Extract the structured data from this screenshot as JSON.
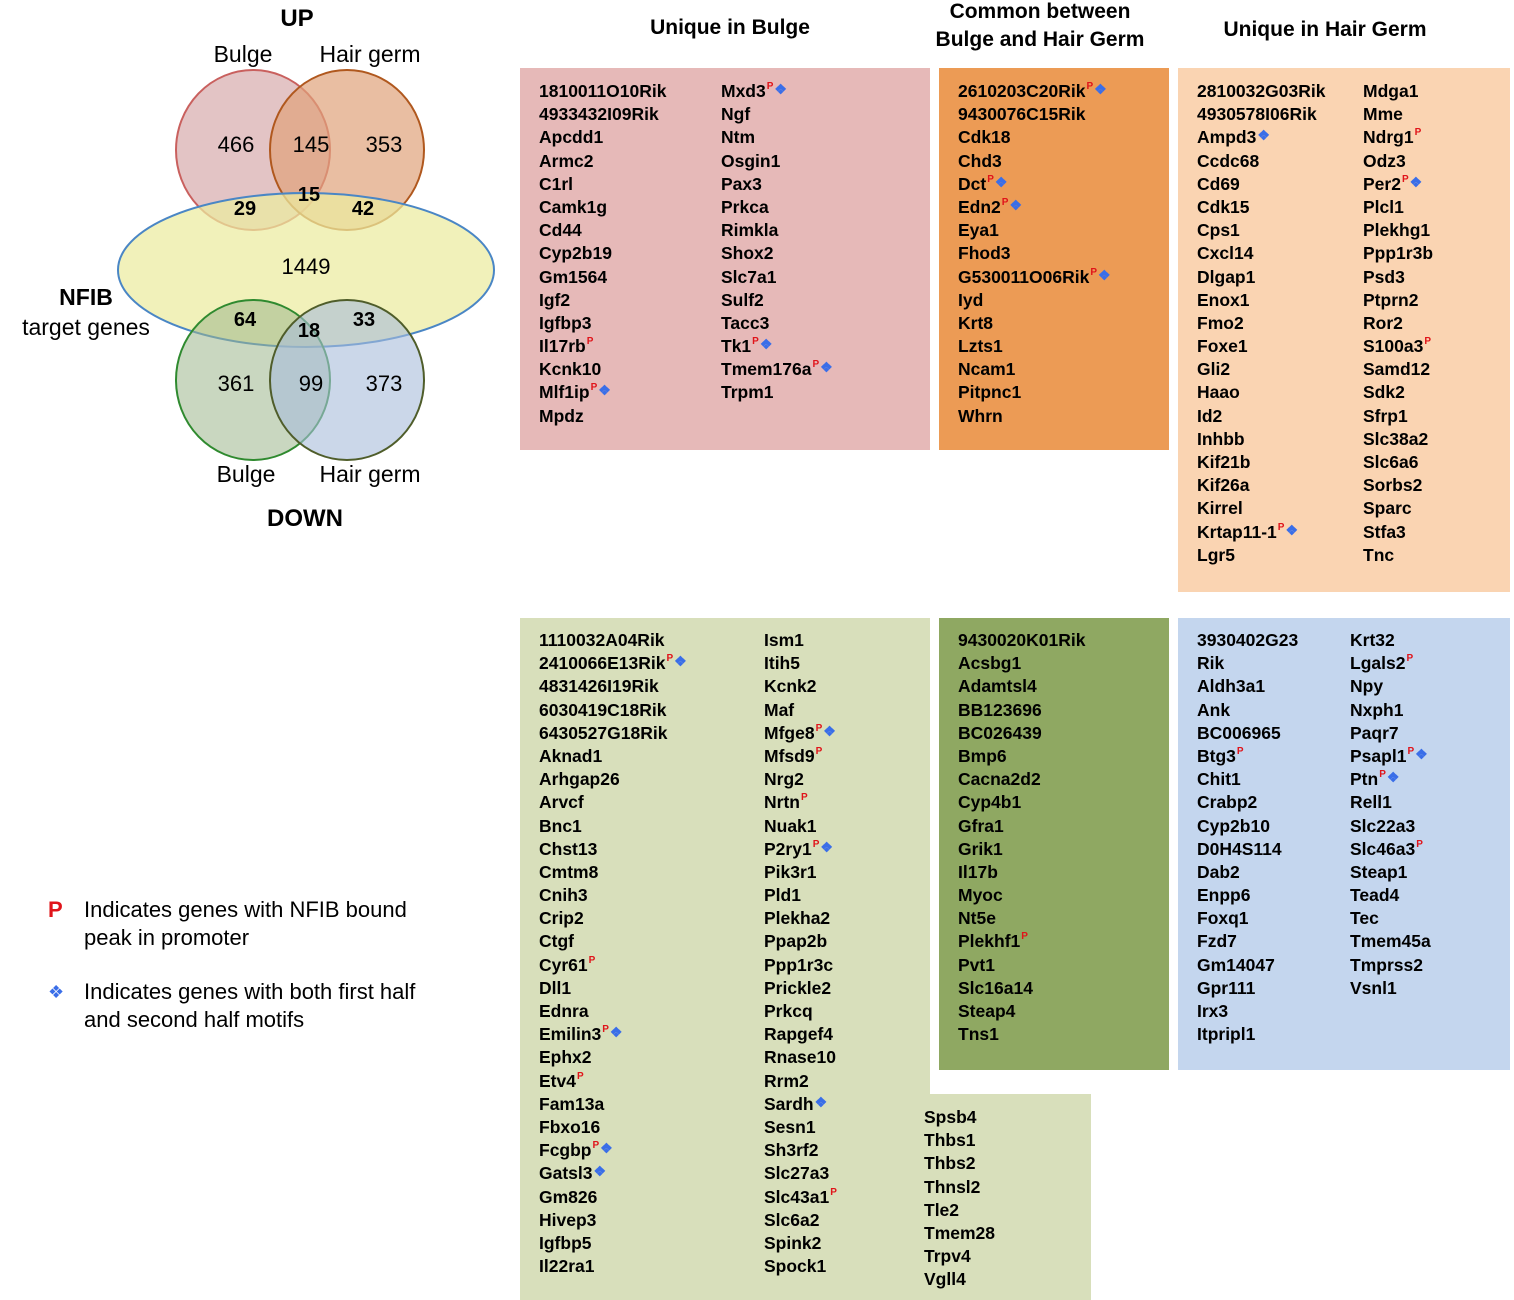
{
  "venn": {
    "up_label": "UP",
    "down_label": "DOWN",
    "up_left_label": "Bulge",
    "up_right_label": "Hair germ",
    "down_left_label": "Bulge",
    "down_right_label": "Hair germ",
    "nfib_label": "NFIB",
    "nfib_sub_label": "target genes",
    "counts": {
      "up_bulge_only": "466",
      "up_both": "145",
      "up_hg_only": "353",
      "up_bulge_nfib": "29",
      "up_all": "15",
      "up_hg_nfib": "42",
      "nfib_only": "1449",
      "down_bulge_nfib": "64",
      "down_all": "18",
      "down_hg_nfib": "33",
      "down_bulge_only": "361",
      "down_both": "99",
      "down_hg_only": "373"
    },
    "colors": {
      "up_bulge": "#c9605e",
      "up_hg": "#b0581e",
      "nfib": "#4a86c5",
      "down_bulge": "#2f8a2f",
      "down_hg": "#4f5d2a"
    }
  },
  "headers": {
    "unique_bulge": "Unique in Bulge",
    "common_line1": "Common between",
    "common_line2": "Bulge and Hair Germ",
    "unique_hg": "Unique in Hair Germ"
  },
  "legend": {
    "p_symbol": "P",
    "p_text_line1": "Indicates genes with NFIB bound",
    "p_text_line2": "peak in promoter",
    "d_symbol": "❖",
    "d_text_line1": "Indicates genes with both first half",
    "d_text_line2": "and second half motifs"
  },
  "box_colors": {
    "up_bulge": "#e6b9b8",
    "up_common": "#ec9b55",
    "up_hg": "#fad4b2",
    "down_bulge": "#d8dfbb",
    "down_common": "#8fa862",
    "down_hg": "#c4d6ee"
  },
  "up_bulge_col1": [
    {
      "name": "1810011O10Rik"
    },
    {
      "name": "4933432I09Rik"
    },
    {
      "name": "Apcdd1"
    },
    {
      "name": "Armc2"
    },
    {
      "name": "C1rl"
    },
    {
      "name": "Camk1g"
    },
    {
      "name": "Cd44"
    },
    {
      "name": "Cyp2b19"
    },
    {
      "name": "Gm1564"
    },
    {
      "name": "Igf2"
    },
    {
      "name": "Igfbp3"
    },
    {
      "name": "Il17rb",
      "p": "P"
    },
    {
      "name": "Kcnk10"
    },
    {
      "name": "Mlf1ip",
      "p": "P",
      "d": "❖"
    },
    {
      "name": "Mpdz"
    }
  ],
  "up_bulge_col2": [
    {
      "name": "Mxd3",
      "p": "P",
      "d": "❖"
    },
    {
      "name": "Ngf"
    },
    {
      "name": "Ntm"
    },
    {
      "name": "Osgin1"
    },
    {
      "name": "Pax3"
    },
    {
      "name": "Prkca"
    },
    {
      "name": "Rimkla"
    },
    {
      "name": "Shox2"
    },
    {
      "name": "Slc7a1"
    },
    {
      "name": "Sulf2"
    },
    {
      "name": "Tacc3"
    },
    {
      "name": "Tk1",
      "p": "P",
      "d": "❖"
    },
    {
      "name": "Tmem176a",
      "p": "P",
      "d": "❖"
    },
    {
      "name": "Trpm1"
    }
  ],
  "up_common": [
    {
      "name": "2610203C20Rik",
      "p": "P",
      "d": "❖"
    },
    {
      "name": "9430076C15Rik"
    },
    {
      "name": "Cdk18"
    },
    {
      "name": "Chd3"
    },
    {
      "name": "Dct",
      "p": "P",
      "d": "❖"
    },
    {
      "name": "Edn2",
      "p": "P",
      "d": "❖"
    },
    {
      "name": "Eya1"
    },
    {
      "name": "Fhod3"
    },
    {
      "name": "G530011O06Rik",
      "p": "P",
      "d": "❖"
    },
    {
      "name": "Iyd"
    },
    {
      "name": "Krt8"
    },
    {
      "name": "Lzts1"
    },
    {
      "name": "Ncam1"
    },
    {
      "name": "Pitpnc1"
    },
    {
      "name": "Whrn"
    }
  ],
  "up_hg_col1": [
    {
      "name": "2810032G03Rik"
    },
    {
      "name": "4930578I06Rik"
    },
    {
      "name": "Ampd3",
      "d": "❖"
    },
    {
      "name": "Ccdc68"
    },
    {
      "name": "Cd69"
    },
    {
      "name": "Cdk15"
    },
    {
      "name": "Cps1"
    },
    {
      "name": "Cxcl14"
    },
    {
      "name": "Dlgap1"
    },
    {
      "name": "Enox1"
    },
    {
      "name": "Fmo2"
    },
    {
      "name": "Foxe1"
    },
    {
      "name": "Gli2"
    },
    {
      "name": "Haao"
    },
    {
      "name": "Id2"
    },
    {
      "name": "Inhbb"
    },
    {
      "name": "Kif21b"
    },
    {
      "name": "Kif26a"
    },
    {
      "name": "Kirrel"
    },
    {
      "name": "Krtap11-1",
      "p": "P",
      "d": "❖"
    },
    {
      "name": "Lgr5"
    }
  ],
  "up_hg_col2": [
    {
      "name": "Mdga1"
    },
    {
      "name": "Mme"
    },
    {
      "name": "Ndrg1",
      "p": "P"
    },
    {
      "name": "Odz3"
    },
    {
      "name": "Per2",
      "p": "P",
      "d": "❖"
    },
    {
      "name": "Plcl1"
    },
    {
      "name": "Plekhg1"
    },
    {
      "name": "Ppp1r3b"
    },
    {
      "name": "Psd3"
    },
    {
      "name": "Ptprn2"
    },
    {
      "name": "Ror2"
    },
    {
      "name": "S100a3",
      "p": "P"
    },
    {
      "name": "Samd12"
    },
    {
      "name": "Sdk2"
    },
    {
      "name": "Sfrp1"
    },
    {
      "name": "Slc38a2"
    },
    {
      "name": "Slc6a6"
    },
    {
      "name": "Sorbs2"
    },
    {
      "name": "Sparc"
    },
    {
      "name": "Stfa3"
    },
    {
      "name": "Tnc"
    }
  ],
  "down_bulge_col1": [
    {
      "name": "1110032A04Rik"
    },
    {
      "name": "2410066E13Rik",
      "p": "P",
      "d": "❖"
    },
    {
      "name": "4831426I19Rik"
    },
    {
      "name": "6030419C18Rik"
    },
    {
      "name": "6430527G18Rik"
    },
    {
      "name": "Aknad1"
    },
    {
      "name": "Arhgap26"
    },
    {
      "name": "Arvcf"
    },
    {
      "name": "Bnc1"
    },
    {
      "name": "Chst13"
    },
    {
      "name": "Cmtm8"
    },
    {
      "name": "Cnih3"
    },
    {
      "name": "Crip2"
    },
    {
      "name": "Ctgf"
    },
    {
      "name": "Cyr61",
      "p": "P"
    },
    {
      "name": "Dll1"
    },
    {
      "name": "Ednra"
    },
    {
      "name": "Emilin3",
      "p": "P",
      "d": "❖"
    },
    {
      "name": "Ephx2"
    },
    {
      "name": "Etv4",
      "p": "P"
    },
    {
      "name": "Fam13a"
    },
    {
      "name": "Fbxo16"
    },
    {
      "name": "Fcgbp",
      "p": "P",
      "d": "❖"
    },
    {
      "name": "Gatsl3",
      "d": "❖"
    },
    {
      "name": "Gm826"
    },
    {
      "name": "Hivep3"
    },
    {
      "name": "Igfbp5"
    },
    {
      "name": "Il22ra1"
    }
  ],
  "down_bulge_col2": [
    {
      "name": "Ism1"
    },
    {
      "name": "Itih5"
    },
    {
      "name": "Kcnk2"
    },
    {
      "name": "Maf"
    },
    {
      "name": "Mfge8",
      "p": "P",
      "d": "❖"
    },
    {
      "name": "Mfsd9",
      "p": "P"
    },
    {
      "name": "Nrg2"
    },
    {
      "name": "Nrtn",
      "p": "P"
    },
    {
      "name": "Nuak1"
    },
    {
      "name": "P2ry1",
      "p": "P",
      "d": "❖"
    },
    {
      "name": "Pik3r1"
    },
    {
      "name": "Pld1"
    },
    {
      "name": "Plekha2"
    },
    {
      "name": "Ppap2b"
    },
    {
      "name": "Ppp1r3c"
    },
    {
      "name": "Prickle2"
    },
    {
      "name": "Prkcq"
    },
    {
      "name": "Rapgef4"
    },
    {
      "name": "Rnase10"
    },
    {
      "name": "Rrm2"
    },
    {
      "name": "Sardh",
      "d": "❖"
    },
    {
      "name": "Sesn1"
    },
    {
      "name": "Sh3rf2"
    },
    {
      "name": "Slc27a3"
    },
    {
      "name": "Slc43a1",
      "p": "P"
    },
    {
      "name": "Slc6a2"
    },
    {
      "name": "Spink2"
    },
    {
      "name": "Spock1"
    }
  ],
  "down_bulge_col3": [
    {
      "name": "Spsb4"
    },
    {
      "name": "Thbs1"
    },
    {
      "name": "Thbs2"
    },
    {
      "name": "Thnsl2"
    },
    {
      "name": "Tle2"
    },
    {
      "name": "Tmem28"
    },
    {
      "name": "Trpv4"
    },
    {
      "name": "Vgll4"
    }
  ],
  "down_common": [
    {
      "name": "9430020K01Rik"
    },
    {
      "name": "Acsbg1"
    },
    {
      "name": "Adamtsl4"
    },
    {
      "name": "BB123696"
    },
    {
      "name": "BC026439"
    },
    {
      "name": "Bmp6"
    },
    {
      "name": "Cacna2d2"
    },
    {
      "name": "Cyp4b1"
    },
    {
      "name": "Gfra1"
    },
    {
      "name": "Grik1"
    },
    {
      "name": "Il17b"
    },
    {
      "name": "Myoc"
    },
    {
      "name": "Nt5e"
    },
    {
      "name": "Plekhf1",
      "p": "P"
    },
    {
      "name": "Pvt1"
    },
    {
      "name": "Slc16a14"
    },
    {
      "name": "Steap4"
    },
    {
      "name": "Tns1"
    }
  ],
  "down_hg_col1": [
    {
      "name": "3930402G23"
    },
    {
      "name": "Rik"
    },
    {
      "name": "Aldh3a1"
    },
    {
      "name": "Ank"
    },
    {
      "name": "BC006965"
    },
    {
      "name": "Btg3",
      "p": "P"
    },
    {
      "name": "Chit1"
    },
    {
      "name": "Crabp2"
    },
    {
      "name": "Cyp2b10"
    },
    {
      "name": "D0H4S114"
    },
    {
      "name": "Dab2"
    },
    {
      "name": "Enpp6"
    },
    {
      "name": "Foxq1"
    },
    {
      "name": "Fzd7"
    },
    {
      "name": "Gm14047"
    },
    {
      "name": "Gpr111"
    },
    {
      "name": "Irx3"
    },
    {
      "name": "Itpripl1"
    }
  ],
  "down_hg_col2": [
    {
      "name": "Krt32"
    },
    {
      "name": "Lgals2",
      "p": "P"
    },
    {
      "name": "Npy"
    },
    {
      "name": "Nxph1"
    },
    {
      "name": "Paqr7"
    },
    {
      "name": "Psapl1",
      "p": "P",
      "d": "❖"
    },
    {
      "name": "Ptn",
      "p": "P",
      "d": "❖"
    },
    {
      "name": "Rell1"
    },
    {
      "name": "Slc22a3"
    },
    {
      "name": "Slc46a3",
      "p": "P"
    },
    {
      "name": "Steap1"
    },
    {
      "name": "Tead4"
    },
    {
      "name": "Tec"
    },
    {
      "name": "Tmem45a"
    },
    {
      "name": "Tmprss2"
    },
    {
      "name": "Vsnl1"
    }
  ]
}
